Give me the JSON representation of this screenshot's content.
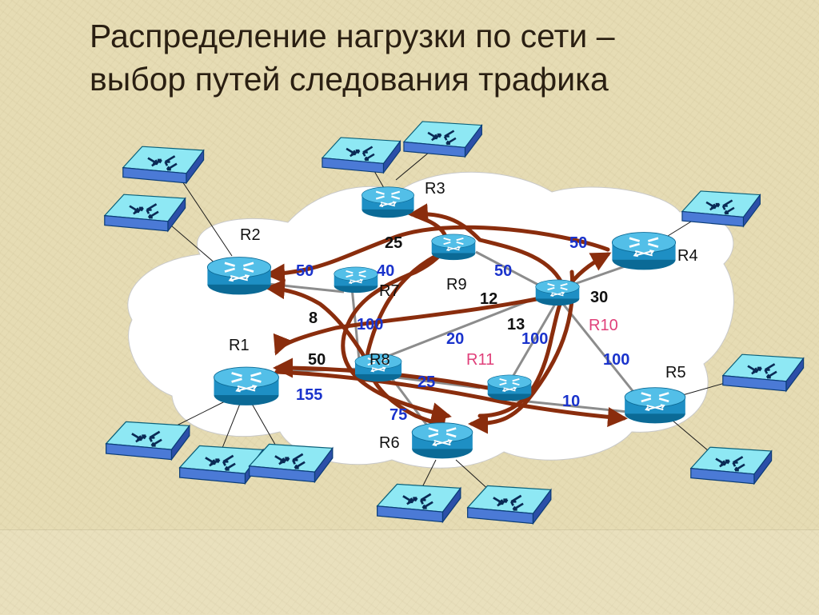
{
  "slide": {
    "title_line1": "Распределение нагрузки по сети –",
    "title_line2": "выбор путей следования трафика"
  },
  "colors": {
    "background": "#e6dcb4",
    "cloud": "#ffffff",
    "router": "#1e8fc4",
    "link": "#8c8c8c",
    "path_arrow": "#8a2d0d",
    "metric_blue": "#1a33cc",
    "metric_black": "#111111",
    "metric_pink": "#e0407a"
  },
  "routers": [
    "R1",
    "R2",
    "R3",
    "R4",
    "R5",
    "R6",
    "R7",
    "R8",
    "R9",
    "R10",
    "R11"
  ],
  "metrics": [
    "50",
    "8",
    "100",
    "50",
    "155",
    "25",
    "40",
    "50",
    "12",
    "13",
    "20",
    "100",
    "50",
    "30",
    "100",
    "10",
    "25",
    "75"
  ],
  "icons": {
    "switch": "switch-icon",
    "router": "router-icon"
  }
}
